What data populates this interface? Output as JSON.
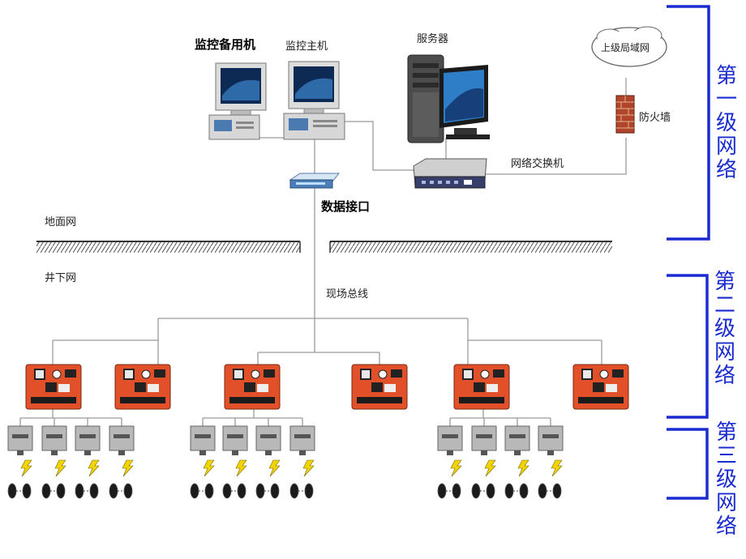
{
  "labels": {
    "backup_monitor": "监控备用机",
    "main_monitor": "监控主机",
    "server": "服务器",
    "upper_lan": "上级局域网",
    "firewall": "防火墙",
    "switch": "网络交换机",
    "data_interface": "数据接口",
    "ground_net": "地面网",
    "underground_net": "井下网",
    "field_bus": "现场总线"
  },
  "levels": {
    "level1": "第一级网络",
    "level2": "第二级网络",
    "level3": "第三级网络"
  },
  "colors": {
    "bracket": "#1a2bd0",
    "substation": "#e2502a",
    "wire": "#9a9a9a",
    "lightning": "#f2d400"
  },
  "icons": {
    "computer": "desktop-computer-icon",
    "server": "server-tower-icon",
    "cloud": "cloud-network-icon",
    "firewall": "brick-firewall-icon",
    "switch": "network-switch-icon",
    "interface": "data-interface-icon",
    "substation": "substation-controller-icon",
    "sensor": "sensor-box-icon",
    "lightning": "lightning-icon",
    "probe": "probe-pair-icon"
  }
}
